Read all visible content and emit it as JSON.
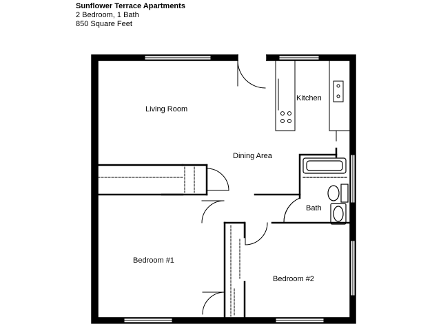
{
  "header": {
    "title": "Sunflower Terrace Apartments",
    "subtitle": "2 Bedroom, 1 Bath",
    "area": "850 Square Feet"
  },
  "rooms": {
    "living_room": "Living Room",
    "kitchen": "Kitchen",
    "dining_area": "Dining Area",
    "bath": "Bath",
    "bedroom1": "Bedroom #1",
    "bedroom2": "Bedroom #2"
  }
}
